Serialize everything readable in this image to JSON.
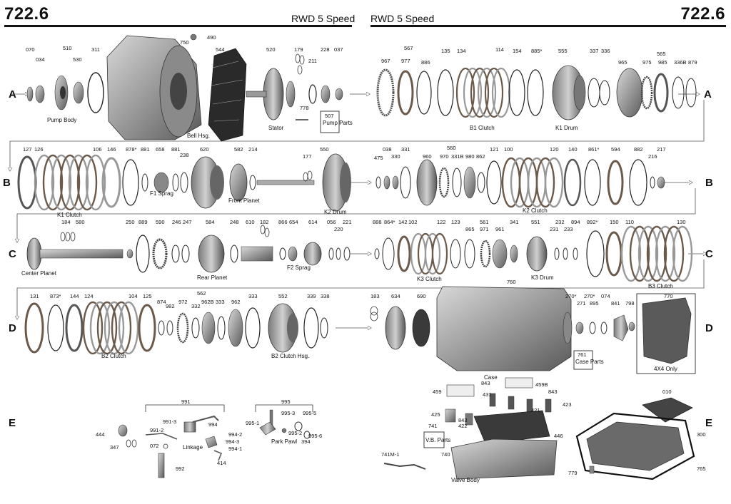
{
  "header": {
    "left_code": "722.6",
    "left_title": "RWD 5 Speed",
    "right_title": "RWD 5 Speed",
    "right_code": "722.6"
  },
  "row_letters": [
    "A",
    "B",
    "C",
    "D",
    "E"
  ],
  "part_numbers": {
    "row_a": [
      "070",
      "034",
      "510",
      "530",
      "311",
      "750",
      "490",
      "544",
      "520",
      "179",
      "211",
      "228",
      "037",
      "778",
      "567",
      "967",
      "977",
      "886",
      "135",
      "134",
      "114",
      "154",
      "885*",
      "555",
      "337",
      "336",
      "565",
      "965",
      "975",
      "985",
      "336B",
      "879"
    ],
    "row_b": [
      "127",
      "126",
      "106",
      "146",
      "878*",
      "881",
      "658",
      "881",
      "238",
      "620",
      "582",
      "214",
      "177",
      "550",
      "475",
      "038",
      "330",
      "331",
      "560",
      "960",
      "970",
      "331B",
      "980",
      "862",
      "121",
      "100",
      "120",
      "140",
      "861*",
      "594",
      "882",
      "216",
      "217"
    ],
    "row_c": [
      "184",
      "580",
      "250",
      "889",
      "590",
      "246",
      "247",
      "584",
      "248",
      "610",
      "182",
      "866",
      "654",
      "614",
      "056",
      "220",
      "221",
      "888",
      "864*",
      "142",
      "102",
      "122",
      "123",
      "561",
      "865",
      "971",
      "961",
      "341",
      "551",
      "232",
      "231",
      "233",
      "894",
      "892*",
      "150",
      "110",
      "130"
    ],
    "row_d": [
      "131",
      "873*",
      "144",
      "124",
      "104",
      "125",
      "562",
      "874",
      "982",
      "972",
      "332",
      "962B",
      "333",
      "962",
      "333",
      "552",
      "339",
      "338",
      "183",
      "634",
      "690",
      "760",
      "270*",
      "271",
      "270*",
      "895",
      "074",
      "841",
      "798",
      "770"
    ],
    "row_e": [
      "991",
      "995",
      "991-3",
      "994",
      "995-3",
      "995-5",
      "991-2",
      "444",
      "347",
      "072",
      "994-2",
      "994-3",
      "994-1",
      "414",
      "992",
      "995-1",
      "995-2",
      "995-6",
      "394",
      "459",
      "843",
      "431",
      "459B",
      "843",
      "421",
      "423",
      "425",
      "843",
      "422",
      "446",
      "741",
      "740",
      "741M-1",
      "010",
      "300",
      "765",
      "779"
    ]
  },
  "part_names": {
    "pump_body": "Pump Body",
    "bell_hsg": "Bell Hsg.",
    "stator": "Stator",
    "pump_parts_num": "507",
    "pump_parts": "Pump Parts",
    "b1_clutch": "B1 Clutch",
    "k1_drum": "K1 Drum",
    "k1_clutch": "K1 Clutch",
    "f1_sprag": "F1 Sprag",
    "front_planet": "Front Planet",
    "k2_drum": "K2 Drum",
    "k2_clutch": "K2 Clutch",
    "center_planet": "Center Planet",
    "rear_planet": "Rear Planet",
    "f2_sprag": "F2 Sprag",
    "k3_clutch": "K3 Clutch",
    "k3_drum": "K3 Drum",
    "b3_clutch": "B3 Clutch",
    "b2_clutch": "B2 Clutch",
    "b2_clutch_hsg": "B2 Clutch Hsg.",
    "case": "Case",
    "case_parts_num": "761",
    "case_parts": "Case Parts",
    "four_x_four": "4X4 Only",
    "linkage": "Linkage",
    "park_pawl": "Park Pawl",
    "vb_parts": "V.B. Parts",
    "valve_body": "Valve Body"
  },
  "colors": {
    "ink": "#111111",
    "metal": "#9a9a9a",
    "metal_dark": "#4a4a4a",
    "steel_plate": "#c9c9c9",
    "friction": "#6b5a4a",
    "background": "#ffffff"
  }
}
